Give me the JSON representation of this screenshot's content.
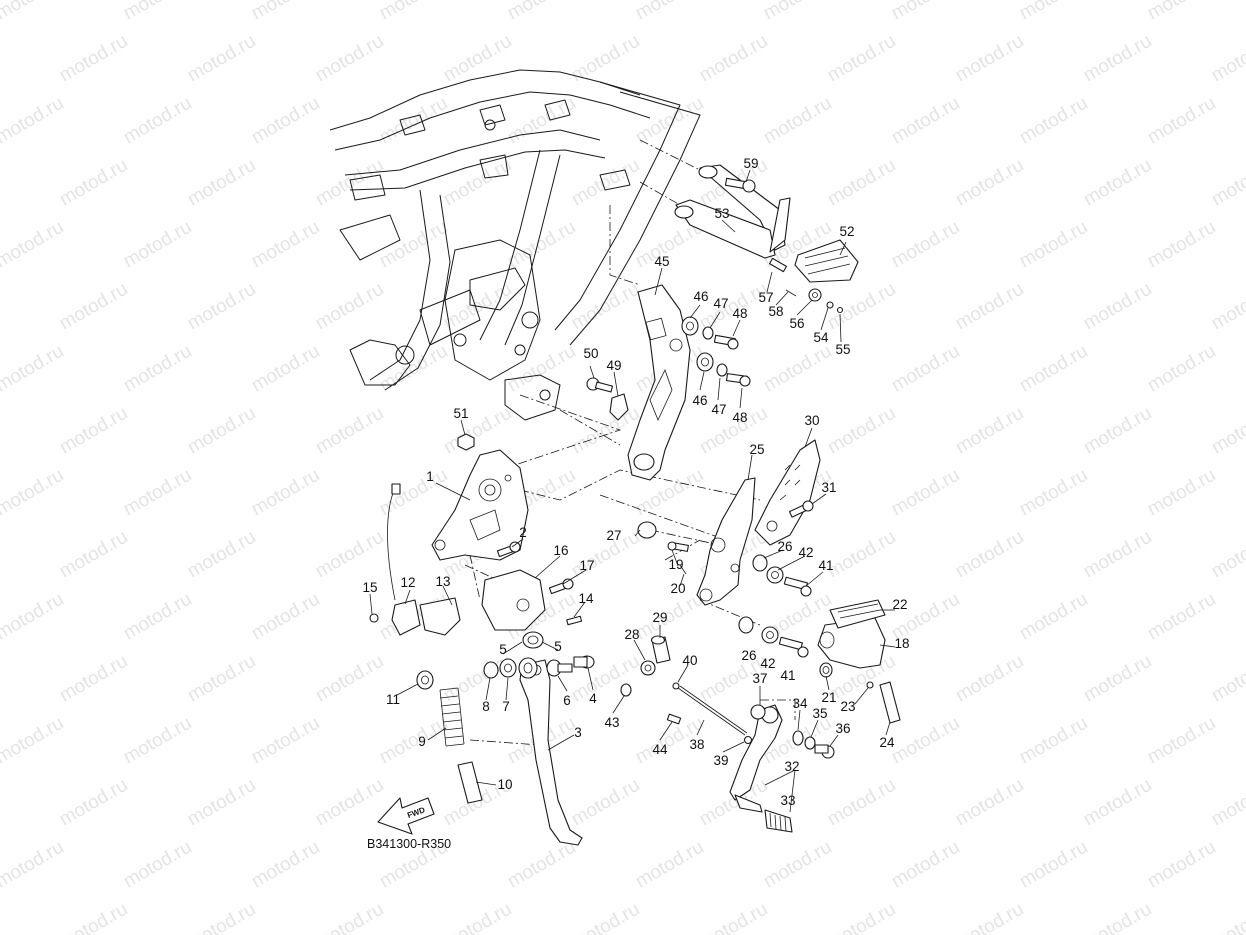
{
  "watermark": "motod.ru",
  "diagram_code": "B341300-R350",
  "fwd_label": "FWD",
  "labels": [
    "1",
    "2",
    "3",
    "4",
    "5",
    "5",
    "6",
    "7",
    "8",
    "9",
    "10",
    "11",
    "12",
    "13",
    "14",
    "15",
    "16",
    "17",
    "18",
    "19",
    "20",
    "21",
    "22",
    "23",
    "24",
    "25",
    "26",
    "26",
    "27",
    "28",
    "29",
    "30",
    "31",
    "32",
    "33",
    "34",
    "35",
    "36",
    "37",
    "38",
    "39",
    "40",
    "41",
    "41",
    "42",
    "42",
    "43",
    "44",
    "45",
    "46",
    "46",
    "47",
    "47",
    "48",
    "48",
    "49",
    "50",
    "51",
    "52",
    "53",
    "54",
    "55",
    "56",
    "57",
    "58",
    "59"
  ]
}
